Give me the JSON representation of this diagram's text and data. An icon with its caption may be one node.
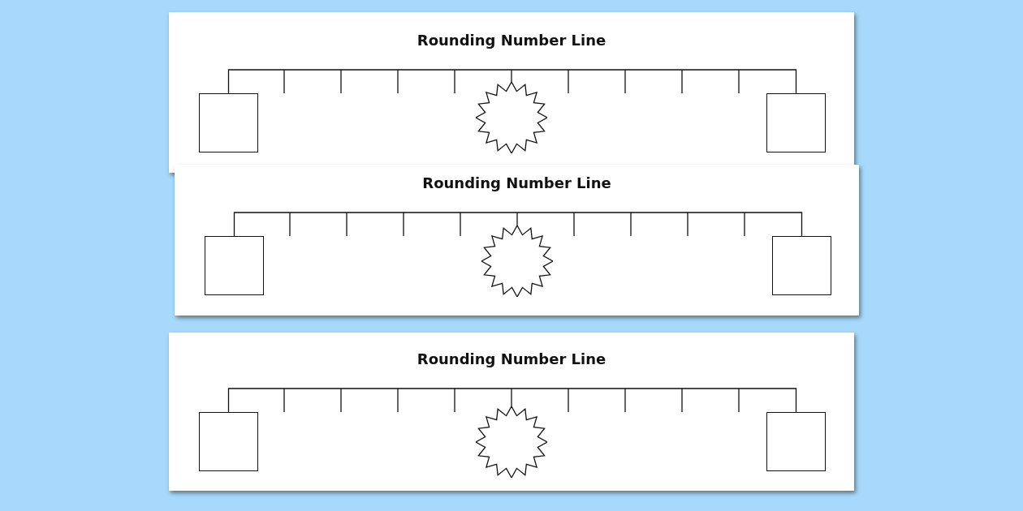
{
  "diagram": {
    "nodes": [
      {
        "text": [
          "Rounding Number Line"
        ]
      },
      {
        "text": [],
        "shape": "box",
        "in": 0
      },
      {
        "text": [],
        "shape": "star",
        "in": 0
      },
      {
        "text": [],
        "shape": "box",
        "in": 0
      },
      {
        "text": [
          "Rounding Number Line"
        ]
      },
      {
        "text": [],
        "shape": "box",
        "in": 4
      },
      {
        "text": [],
        "shape": "star",
        "in": 4
      },
      {
        "text": [],
        "shape": "box",
        "in": 4
      },
      {
        "text": [
          "Rounding Number Line"
        ]
      },
      {
        "text": [],
        "shape": "box",
        "in": 8
      },
      {
        "text": [],
        "shape": "star",
        "in": 8
      },
      {
        "text": [],
        "shape": "box",
        "in": 8
      }
    ],
    "edges": [
      {
        "from": 1,
        "to": 3,
        "arrow": "none"
      },
      {
        "from": 5,
        "to": 7,
        "arrow": "none"
      },
      {
        "from": 9,
        "to": 11,
        "arrow": "none"
      },
      {
        "from": null,
        "to": 2,
        "arrow": "none"
      },
      {
        "from": null,
        "to": 6,
        "arrow": "none"
      },
      {
        "from": null,
        "to": 10,
        "arrow": "none"
      }
    ]
  }
}
